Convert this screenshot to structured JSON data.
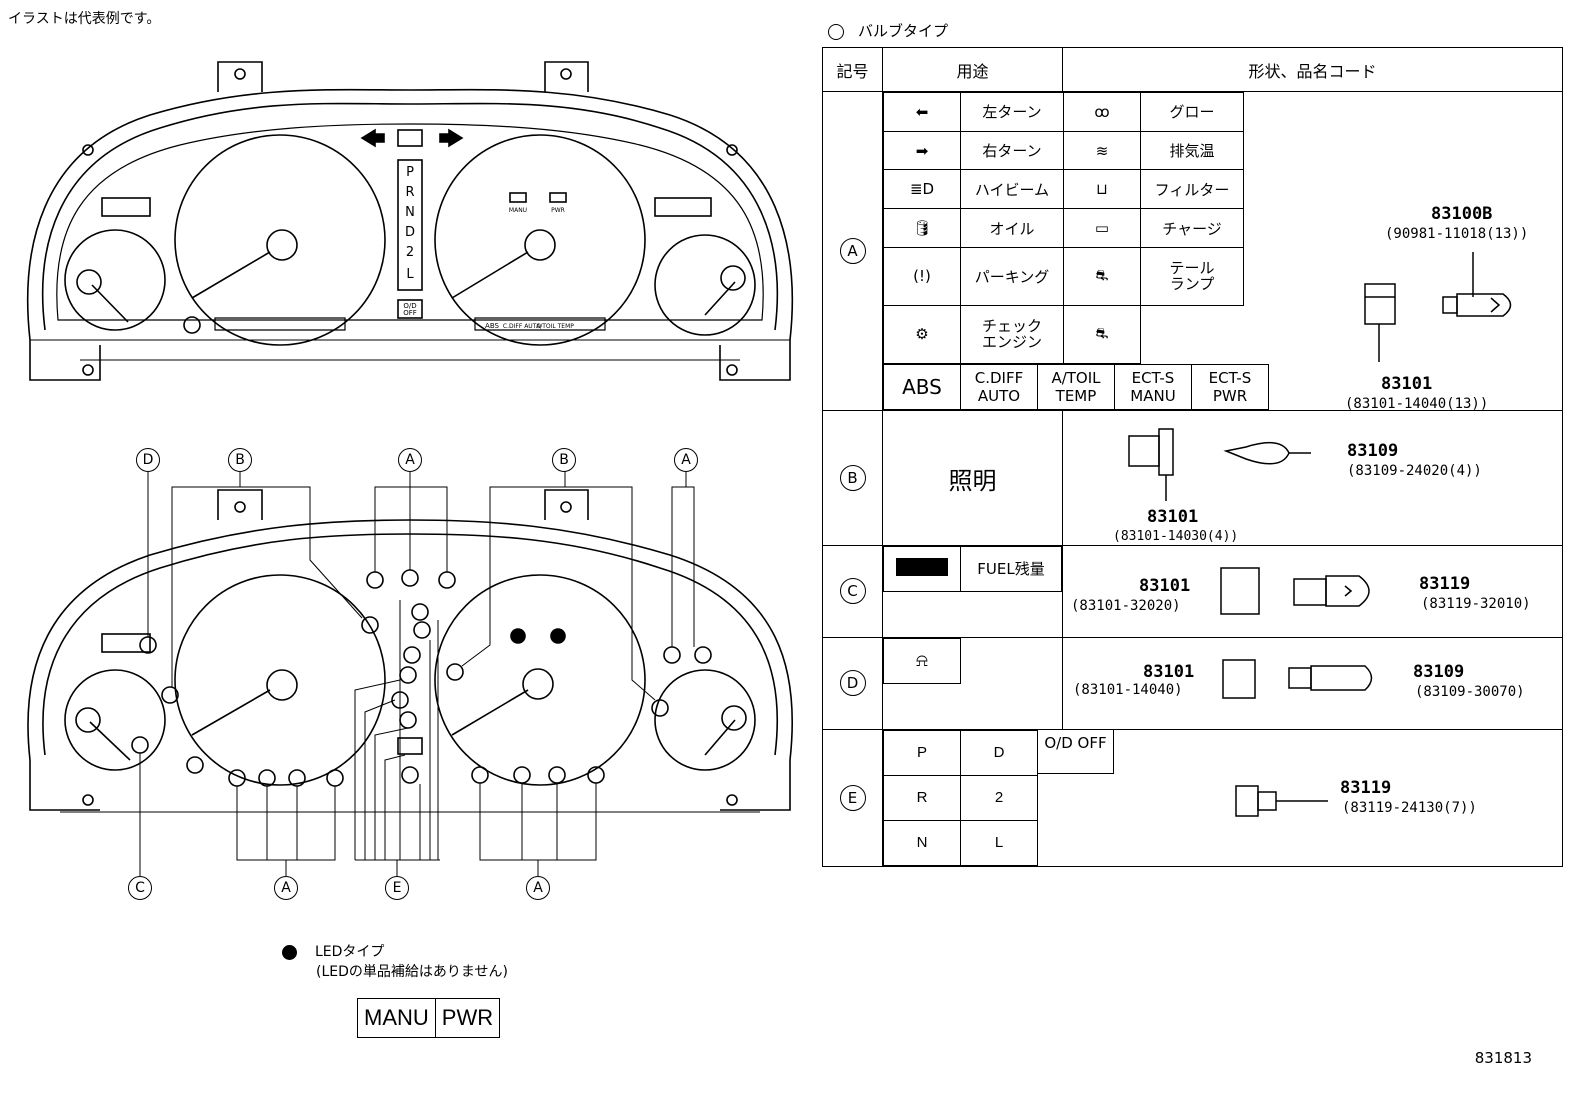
{
  "note": "イラストは代表例です。",
  "figure_number": "831813",
  "legend": {
    "bulb_type": "バルブタイプ",
    "led_type": "LEDタイプ",
    "led_note": "(LEDの単品補給はありません)",
    "led_box": [
      "MANU",
      "PWR"
    ]
  },
  "cluster_labels": {
    "gear": [
      "P",
      "R",
      "N",
      "D",
      "2",
      "L"
    ],
    "od_off": [
      "O/D",
      "OFF"
    ],
    "manu": "MANU",
    "pwr": "PWR",
    "abs": "ABS",
    "cdiff": "C.DIFF AUTO",
    "atoil": "A/TOIL TEMP"
  },
  "callouts_top": [
    "D",
    "B",
    "A",
    "B",
    "A"
  ],
  "callouts_bottom": [
    "C",
    "A",
    "E",
    "A"
  ],
  "table": {
    "headers": [
      "記号",
      "用途",
      "形状、品名コード"
    ],
    "rows": {
      "A": {
        "symbol": "A",
        "items": [
          {
            "icon": "left-arrow-icon",
            "glyph": "⬅",
            "label": "左ターン"
          },
          {
            "icon": "right-arrow-icon",
            "glyph": "➡",
            "label": "右ターン"
          },
          {
            "icon": "high-beam-icon",
            "glyph": "≣D",
            "label": "ハイビーム"
          },
          {
            "icon": "oil-can-icon",
            "glyph": "🛢",
            "label": "オイル"
          },
          {
            "icon": "parking-brake-icon",
            "glyph": "(!)",
            "label": "パーキング"
          },
          {
            "icon": "check-engine-icon",
            "glyph": "⚙",
            "label": "チェック\nエンジン"
          }
        ],
        "items2": [
          {
            "icon": "glow-icon",
            "glyph": "ꝏ",
            "label": "グロー"
          },
          {
            "icon": "exhaust-temp-icon",
            "glyph": "≋",
            "label": "排気温"
          },
          {
            "icon": "filter-icon",
            "glyph": "⊔",
            "label": "フィルター"
          },
          {
            "icon": "battery-icon",
            "glyph": "▭",
            "label": "チャージ"
          },
          {
            "icon": "tail-lamp-icon",
            "glyph": "⛐",
            "label": "テール\nランプ"
          },
          {
            "icon": "door-icon",
            "glyph": "⛐",
            "label": ""
          }
        ],
        "bottom": [
          "ABS",
          "C.DIFF AUTO",
          "A/TOIL TEMP",
          "ECT-S MANU",
          "ECT-S PWR"
        ],
        "parts": {
          "p1": "83100B",
          "c1": "(90981-11018(13))",
          "p2": "83101",
          "c2": "(83101-14040(13))"
        }
      },
      "B": {
        "symbol": "B",
        "usage": "照明",
        "parts": {
          "p1": "83109",
          "c1": "(83109-24020(4))",
          "p2": "83101",
          "c2": "(83101-14030(4))"
        }
      },
      "C": {
        "symbol": "C",
        "usage": "FUEL残量",
        "parts": {
          "p1": "83101",
          "c1": "(83101-32020)",
          "p2": "83119",
          "c2": "(83119-32010)"
        }
      },
      "D": {
        "symbol": "D",
        "parts": {
          "p1": "83101",
          "c1": "(83101-14040)",
          "p2": "83109",
          "c2": "(83109-30070)"
        }
      },
      "E": {
        "symbol": "E",
        "letters": [
          "P",
          "D",
          "R",
          "2",
          "N",
          "L"
        ],
        "odoff": "O/D OFF",
        "parts": {
          "p1": "83119",
          "c1": "(83119-24130(7))"
        }
      }
    }
  }
}
